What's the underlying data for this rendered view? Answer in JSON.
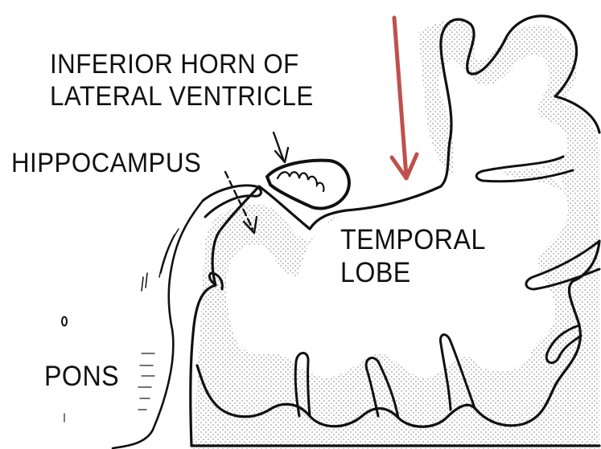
{
  "labels": {
    "inferior_horn": [
      "INFERIOR HORN OF",
      "LATERAL VENTRICLE"
    ],
    "hippocampus": "HIPPOCAMPUS",
    "temporal_lobe": [
      "TEMPORAL",
      "LOBE"
    ],
    "pons": "PONS"
  },
  "colors": {
    "ink": "#111111",
    "stipple": "#9a9a9a",
    "indicator_arrow": "#c0504d",
    "background": "#ffffff"
  },
  "icons": {
    "indicator": "down-arrow-icon"
  }
}
